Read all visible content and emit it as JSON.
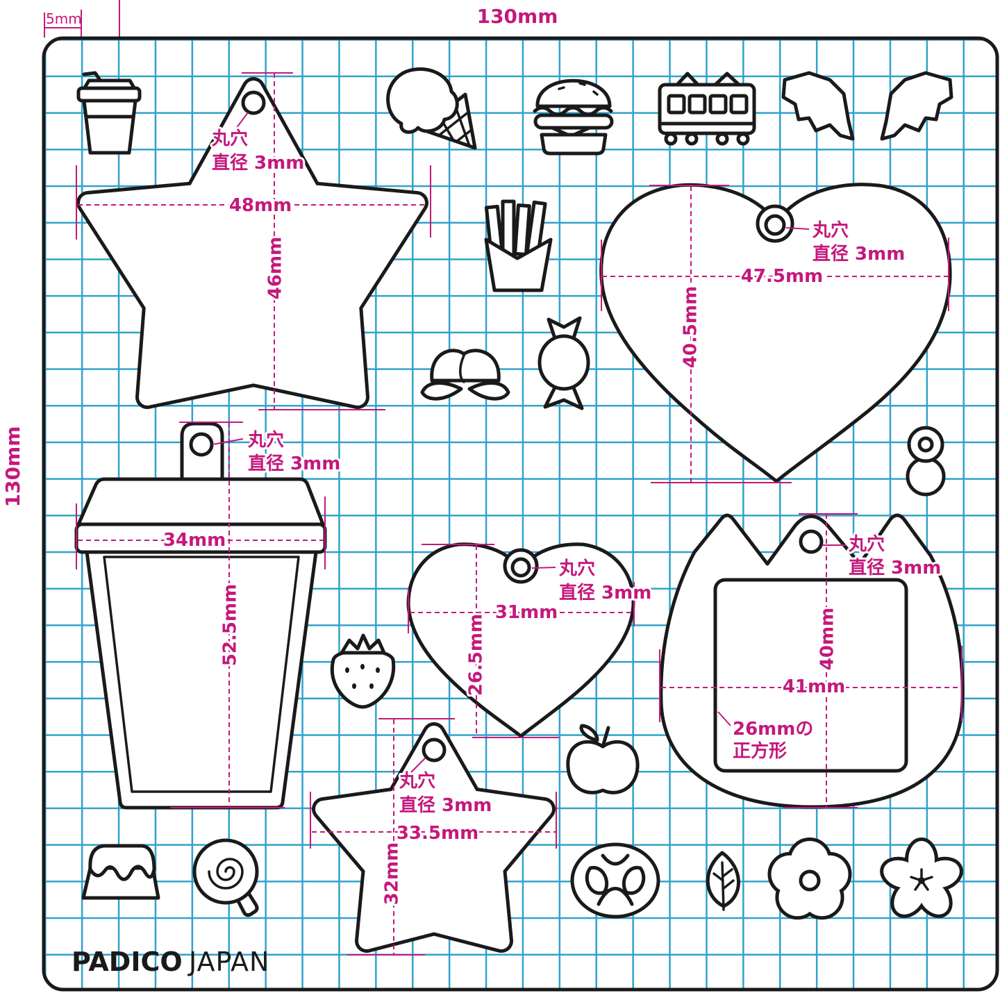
{
  "sheet": {
    "width_label": "130mm",
    "height_label": "130mm",
    "grid_label": "5mm",
    "brand_name": "PADICO",
    "brand_suffix": "JAPAN"
  },
  "colors": {
    "dimension": "#c4187c",
    "grid": "#2fa3cb",
    "outline": "#1a1a1a"
  },
  "shapes": {
    "star_large": {
      "hole_label": "丸穴",
      "hole_size": "直径 3mm",
      "width": "48mm",
      "height": "46mm"
    },
    "heart_large": {
      "hole_label": "丸穴",
      "hole_size": "直径 3mm",
      "width": "47.5mm",
      "height": "40.5mm"
    },
    "cup": {
      "hole_label": "丸穴",
      "hole_size": "直径 3mm",
      "width": "34mm",
      "height": "52.5mm"
    },
    "heart_small": {
      "hole_label": "丸穴",
      "hole_size": "直径 3mm",
      "width": "31mm",
      "height": "26.5mm"
    },
    "cat": {
      "hole_label": "丸穴",
      "hole_size": "直径 3mm",
      "width": "41mm",
      "height": "40mm",
      "window_size": "26mmの",
      "window_shape": "正方形"
    },
    "star_small": {
      "hole_label": "丸穴",
      "hole_size": "直径 3mm",
      "width": "33.5mm",
      "height": "32mm"
    }
  },
  "icons": [
    "drink-cup-icon",
    "ice-cream-icon",
    "burger-icon",
    "train-icon",
    "bat-wing-left-icon",
    "bat-wing-right-icon",
    "french-fries-icon",
    "peach-icon",
    "candy-icon",
    "ring-charm-icon",
    "strawberry-icon",
    "apple-icon",
    "pudding-icon",
    "lollipop-icon",
    "pretzel-icon",
    "leaf-icon",
    "flower-icon",
    "sakura-icon"
  ]
}
